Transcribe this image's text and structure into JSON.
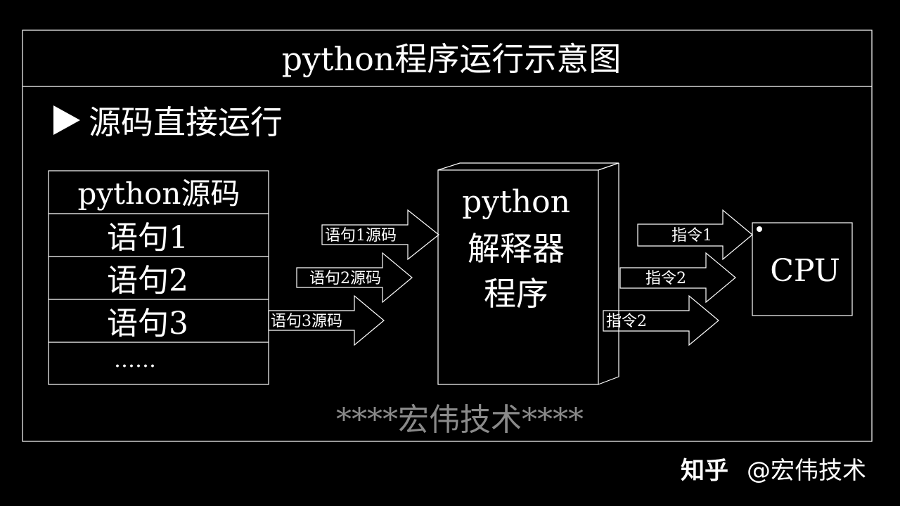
{
  "title": "python程序运行示意图",
  "section_heading": "源码直接运行",
  "source_table": {
    "header": "python源码",
    "rows": [
      "语句1",
      "语句2",
      "语句3",
      "……"
    ]
  },
  "left_arrows": [
    "语句1源码",
    "语句2源码",
    "语句3源码"
  ],
  "interpreter": {
    "line1": "python",
    "line2": "解释器",
    "line3": "程序"
  },
  "right_arrows": [
    "指令1",
    "指令2",
    "指令2"
  ],
  "cpu_label": "CPU",
  "watermark": "****宏伟技术****",
  "footer": {
    "brand": "知乎",
    "handle": "@宏伟技术"
  },
  "colors": {
    "background": "#000000",
    "foreground": "#ffffff",
    "watermark": "#8a8a8a"
  }
}
